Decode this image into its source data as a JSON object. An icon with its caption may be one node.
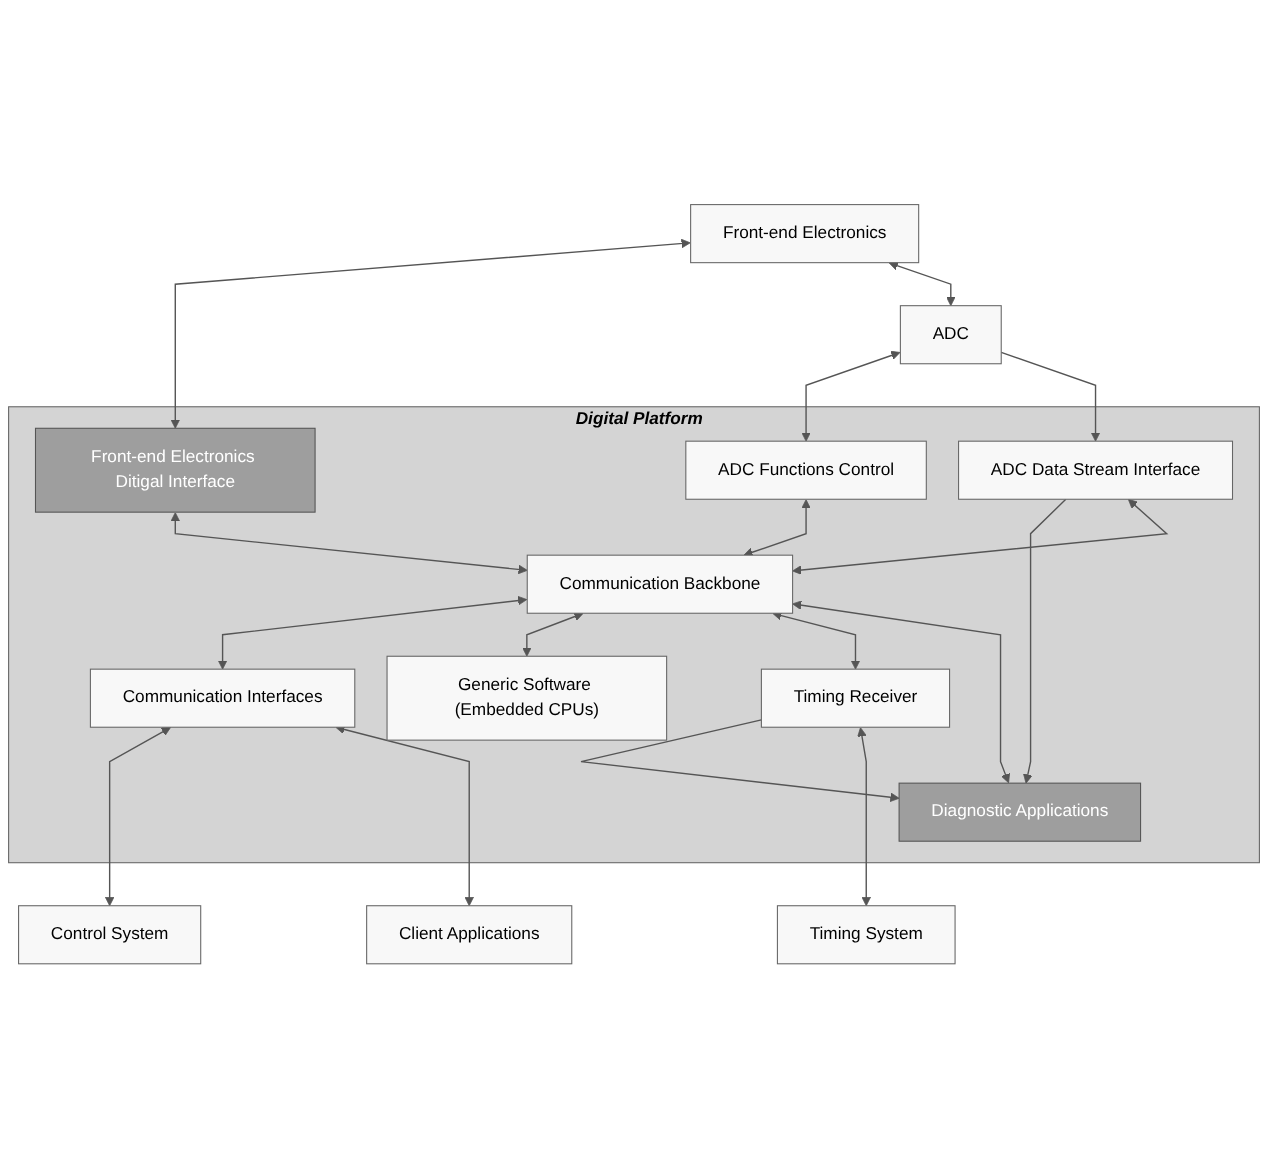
{
  "diagram": {
    "nodes": [
      {
        "text": [
          "Front-end Electronics"
        ]
      },
      {
        "text": [
          "ADC"
        ]
      },
      {
        "text": [
          "Digital Platform"
        ]
      },
      {
        "text": [
          "Front-end Electronics Ditigal Interface"
        ],
        "in": 2
      },
      {
        "text": [
          "ADC Functions Control"
        ],
        "in": 2
      },
      {
        "text": [
          "ADC Data Stream Interface"
        ],
        "in": 2
      },
      {
        "text": [
          "Diagnostic Applications"
        ],
        "in": 2
      },
      {
        "text": [
          "Communication Backbone"
        ],
        "in": 2
      },
      {
        "text": [
          "Communication Interfaces"
        ],
        "in": 2
      },
      {
        "text": [
          "Generic Software (Embedded CPUs)"
        ],
        "in": 2
      },
      {
        "text": [
          "Timing Receiver"
        ],
        "in": 2
      },
      {
        "text": [
          "Control System"
        ]
      },
      {
        "text": [
          "Client Applications"
        ]
      },
      {
        "text": [
          "Timing System"
        ]
      }
    ],
    "edges": [
      {
        "from": 0,
        "to": 3,
        "arrow": "both"
      },
      {
        "from": 0,
        "to": 1,
        "arrow": "both"
      },
      {
        "from": 1,
        "to": 4,
        "arrow": "both"
      },
      {
        "from": 1,
        "to": 5,
        "arrow": "to"
      },
      {
        "from": 5,
        "to": 6,
        "arrow": "to"
      },
      {
        "from": 3,
        "to": 7,
        "arrow": "both"
      },
      {
        "from": 4,
        "to": 7,
        "arrow": "both"
      },
      {
        "from": 5,
        "to": 7,
        "arrow": "both"
      },
      {
        "from": 6,
        "to": 7,
        "arrow": "both"
      },
      {
        "from": 7,
        "to": 8,
        "arrow": "both"
      },
      {
        "from": 7,
        "to": 9,
        "arrow": "both"
      },
      {
        "from": 7,
        "to": 10,
        "arrow": "both"
      },
      {
        "from": 10,
        "to": 6,
        "arrow": "to"
      },
      {
        "from": 8,
        "to": 11,
        "arrow": "both"
      },
      {
        "from": 8,
        "to": 12,
        "arrow": "both"
      },
      {
        "from": 10,
        "to": 13,
        "arrow": "both"
      }
    ]
  }
}
